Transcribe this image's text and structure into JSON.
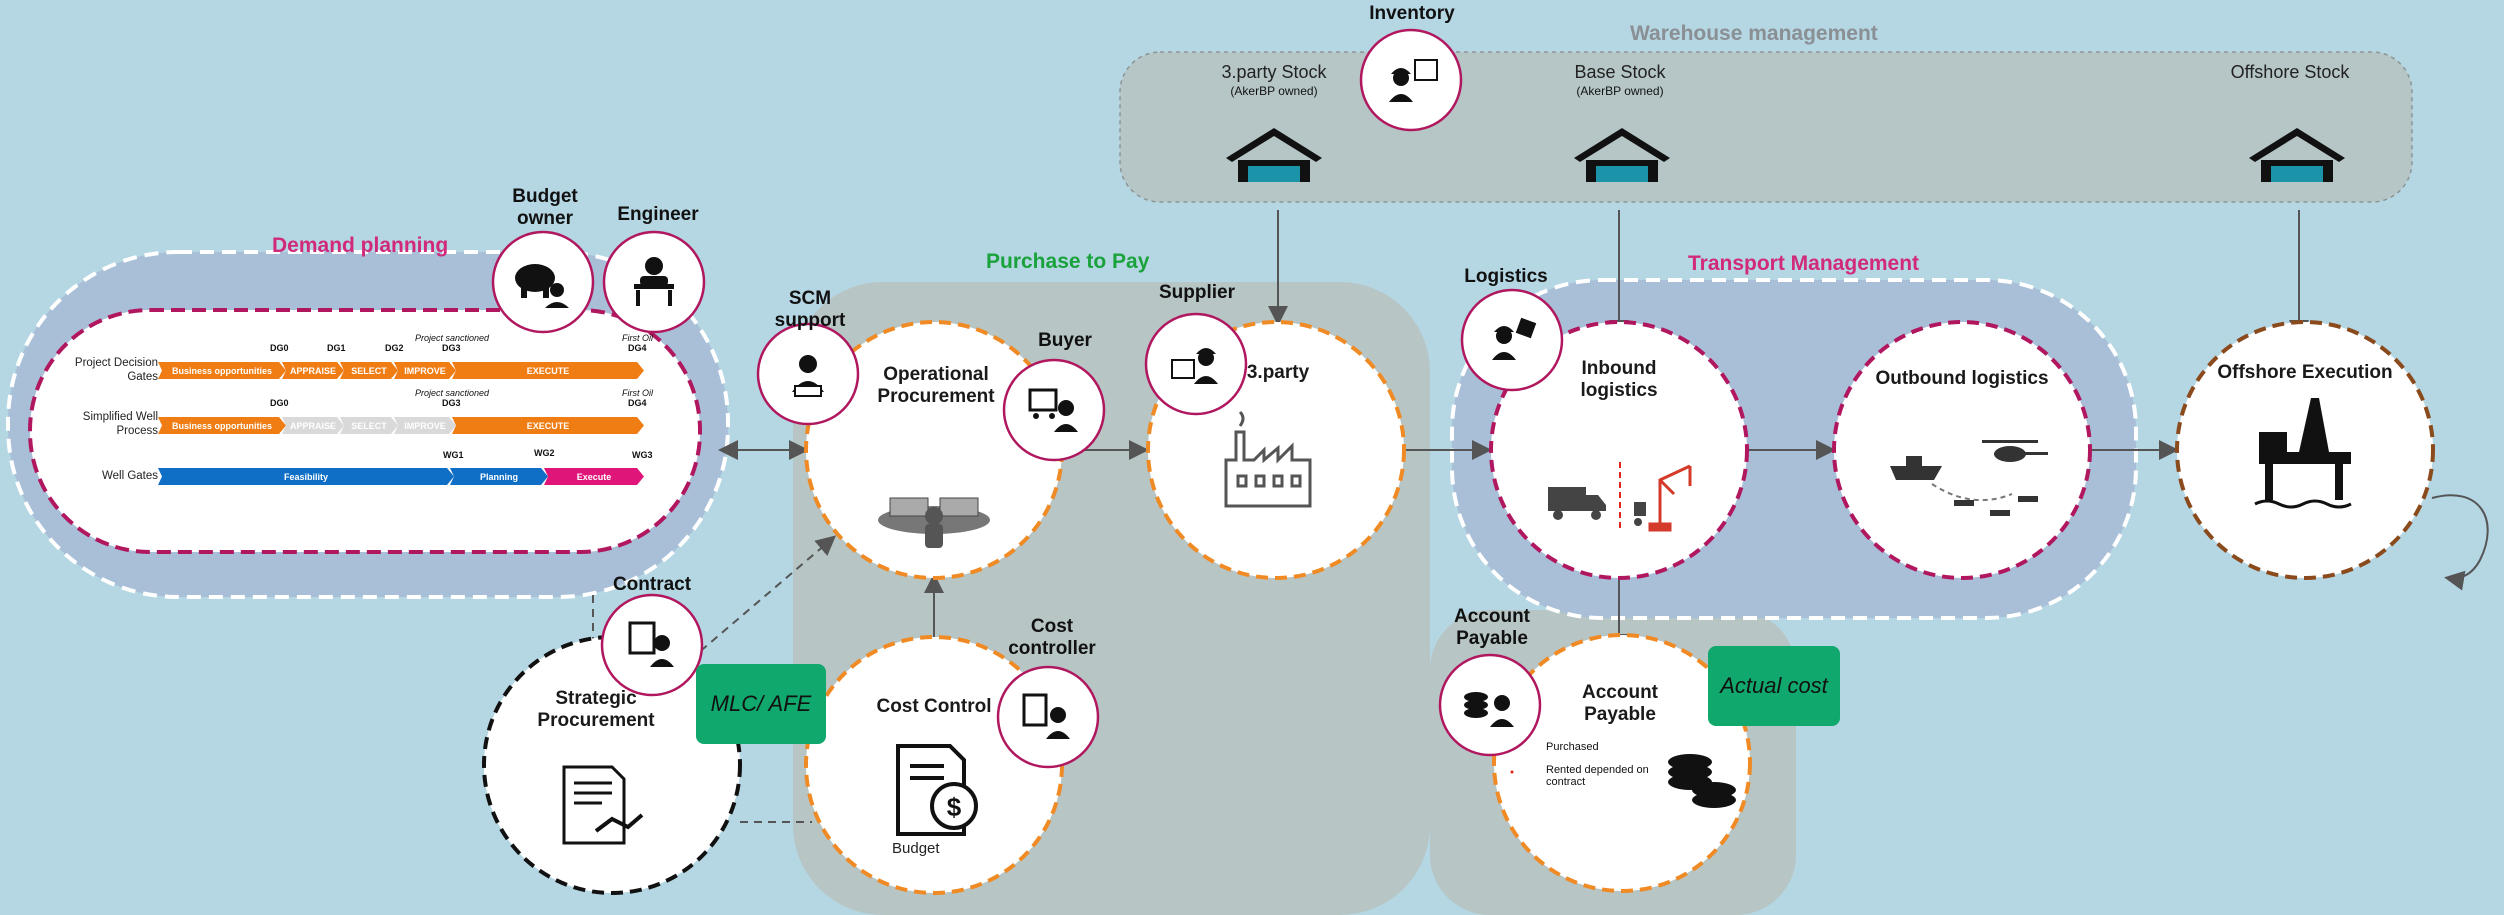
{
  "sections": {
    "warehouse": "Warehouse management",
    "demand": "Demand planning",
    "p2p": "Purchase to Pay",
    "transport": "Transport Management"
  },
  "roles": {
    "inventory": "Inventory",
    "budget_owner": "Budget owner",
    "engineer": "Engineer",
    "scm_support": "SCM support",
    "buyer": "Buyer",
    "supplier": "Supplier",
    "logistics": "Logistics",
    "contract": "Contract",
    "cost_controller": "Cost controller",
    "account_payable": "Account Payable"
  },
  "stocks": {
    "third_party": "3.party Stock",
    "third_party_sub": "(AkerBP owned)",
    "base": "Base Stock",
    "base_sub": "(AkerBP owned)",
    "offshore": "Offshore Stock"
  },
  "nodes": {
    "operational": "Operational Procurement",
    "third_party": "3.party",
    "inbound": "Inbound logistics",
    "outbound": "Outbound logistics",
    "offshore": "Offshore Execution",
    "strategic": "Strategic Procurement",
    "cost_control": "Cost Control",
    "account_payable": "Account Payable"
  },
  "badges": {
    "mlc": "MLC/ AFE",
    "actual": "Actual cost"
  },
  "cost_control": {
    "budget": "Budget"
  },
  "account_payable": {
    "purchased": "Purchased",
    "rented": "Rented depended on contract"
  },
  "gates": {
    "row1_label": "Project Decision Gates",
    "row2_label": "Simplified Well Process",
    "row3_label": "Well Gates",
    "dg0": "DG0",
    "dg1": "DG1",
    "dg2": "DG2",
    "dg3": "DG3",
    "dg4": "DG4",
    "project_sanctioned": "Project sanctioned",
    "first_oil": "First Oil",
    "wg1": "WG1",
    "wg2": "WG2",
    "wg3": "WG3",
    "business": "Business opportunities",
    "appraise": "APPRAISE",
    "select": "SELECT",
    "improve": "IMPROVE",
    "execute": "EXECUTE",
    "feasibility": "Feasibility",
    "planning": "Planning",
    "execute_w": "Execute"
  },
  "colors": {
    "background": "#b5d6e3",
    "orange": "#f08a24",
    "magenta": "#b0175f",
    "green": "#10a86c",
    "brown": "#8a4a1c",
    "blue": "#0f6fc6",
    "pink": "#e0157a",
    "section_magenta": "#d12a7c",
    "section_green": "#1aa33c",
    "section_grey": "#8a8f94"
  }
}
